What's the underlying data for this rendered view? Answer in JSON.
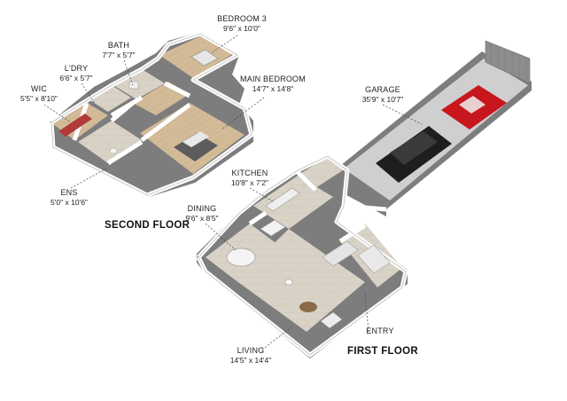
{
  "floors": {
    "second": "SECOND FLOOR",
    "first": "FIRST FLOOR"
  },
  "rooms": [
    {
      "id": "bedroom3",
      "name": "BEDROOM 3",
      "dims": "9'6\" x 10'0\""
    },
    {
      "id": "bath",
      "name": "BATH",
      "dims": "7'7\" x 5'7\""
    },
    {
      "id": "ldry",
      "name": "L'DRY",
      "dims": "6'6\" x 5'7\""
    },
    {
      "id": "wic",
      "name": "WIC",
      "dims": "5'5\" x 8'10\""
    },
    {
      "id": "main-bedroom",
      "name": "MAIN BEDROOM",
      "dims": "14'7\" x 14'8\""
    },
    {
      "id": "ens",
      "name": "ENS",
      "dims": "5'0\" x 10'6\""
    },
    {
      "id": "garage",
      "name": "GARAGE",
      "dims": "35'9\" x 10'7\""
    },
    {
      "id": "kitchen",
      "name": "KITCHEN",
      "dims": "10'8\" x 7'2\""
    },
    {
      "id": "dining",
      "name": "DINING",
      "dims": "9'6\" x 8'5\""
    },
    {
      "id": "living",
      "name": "LIVING",
      "dims": "14'5\" x 14'4\""
    },
    {
      "id": "entry",
      "name": "ENTRY",
      "dims": ""
    }
  ],
  "colors": {
    "floor_wood": "#d3bb98",
    "floor_tile": "#d9d2c6",
    "wall_top": "#ffffff",
    "wall_side": "#7d7d7d",
    "car_red": "#c8161d",
    "car_black": "#1e1e20"
  }
}
